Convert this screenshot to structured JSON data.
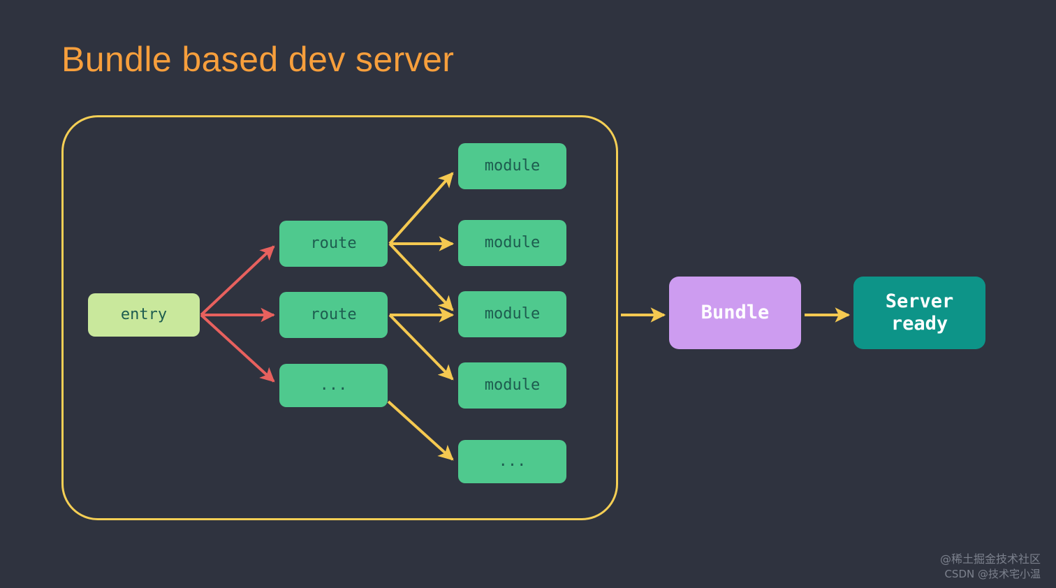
{
  "slide": {
    "title": "Bundle based dev server",
    "background_color": "#2f333f",
    "title_color": "#f79f3c"
  },
  "container": {
    "border_color": "#f5cf55",
    "name": "bundling-graph-boundary"
  },
  "colors": {
    "entry_fill": "#c9e89c",
    "node_fill": "#4fc98e",
    "node_text": "#1d5c4f",
    "bundle_fill": "#cd9cf0",
    "server_fill": "#0d9488",
    "arrow_red": "#e8615e",
    "arrow_yellow": "#f5c951",
    "white_text": "#ffffff"
  },
  "nodes": {
    "entry": {
      "label": "entry",
      "kind": "entry"
    },
    "routes": [
      {
        "label": "route",
        "kind": "route"
      },
      {
        "label": "route",
        "kind": "route"
      },
      {
        "label": "...",
        "kind": "route-ellipsis"
      }
    ],
    "modules": [
      {
        "label": "module",
        "kind": "module"
      },
      {
        "label": "module",
        "kind": "module"
      },
      {
        "label": "module",
        "kind": "module"
      },
      {
        "label": "module",
        "kind": "module"
      },
      {
        "label": "...",
        "kind": "module-ellipsis"
      }
    ],
    "bundle": {
      "label": "Bundle",
      "kind": "bundle"
    },
    "server": {
      "label": "Server\nready",
      "kind": "server"
    }
  },
  "watermark": {
    "line1": "@稀土掘金技术社区",
    "line2": "CSDN @技术宅小温"
  }
}
